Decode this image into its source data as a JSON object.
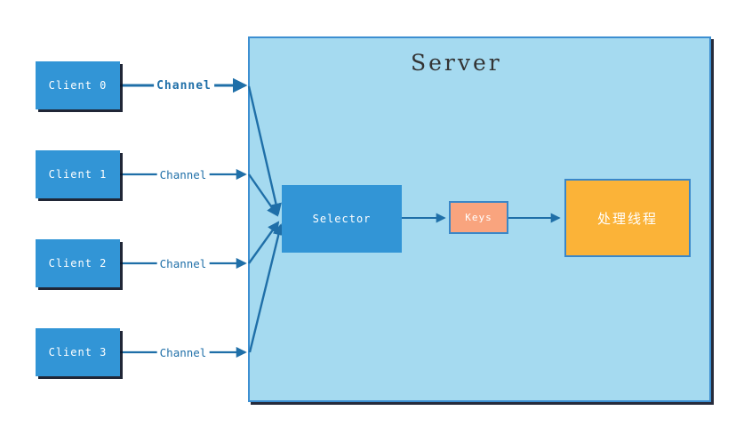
{
  "diagram": {
    "server": {
      "title": "Server",
      "selector": {
        "label": "Selector"
      },
      "keys": {
        "label": "Keys"
      },
      "worker": {
        "label": "处理线程"
      }
    },
    "clients": [
      {
        "label": "Client 0"
      },
      {
        "label": "Client 1"
      },
      {
        "label": "Client 2"
      },
      {
        "label": "Client 3"
      }
    ],
    "channels": [
      {
        "label": "Channel",
        "emphasis": true
      },
      {
        "label": "Channel",
        "emphasis": false
      },
      {
        "label": "Channel",
        "emphasis": false
      },
      {
        "label": "Channel",
        "emphasis": false
      }
    ],
    "colors": {
      "client_fill": "#3295d6",
      "selector_fill": "#3295d6",
      "server_fill": "#a5daf0",
      "server_border": "#3d8fd1",
      "keys_fill": "#f9a47e",
      "keys_border": "#3a87c8",
      "worker_fill": "#fbb338",
      "worker_border": "#3a87c8",
      "arrow": "#1f6fa8",
      "box_text": "#ffffff",
      "channel_label_text": "#1f6fa8",
      "title_text": "#333333",
      "shadow": "#0a0e20",
      "background": "#ffffff"
    }
  }
}
